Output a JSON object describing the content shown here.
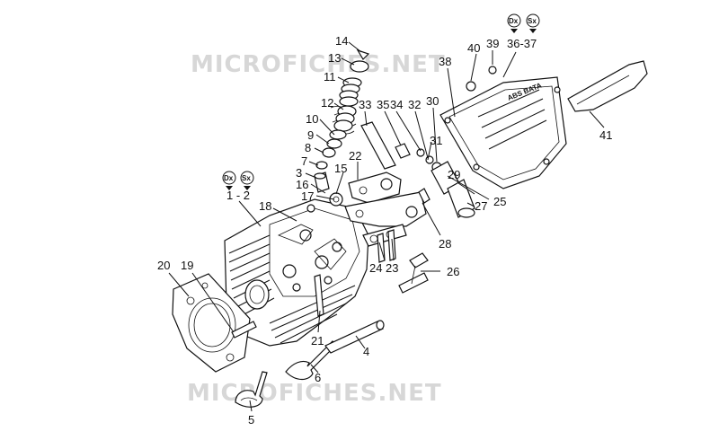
{
  "watermark": {
    "top": "MICROFICHES.NET",
    "bottom": "MICROFICHES.NET"
  },
  "badges": {
    "dx": "Dx",
    "sx": "Sx"
  },
  "cover_text": "ABS BATA",
  "labels": {
    "l14": "14",
    "l13": "13",
    "l11": "11",
    "l12": "12",
    "l10": "10",
    "l9": "9",
    "l8": "8",
    "l7": "7",
    "l3": "3",
    "l16": "16",
    "l17": "17",
    "l15": "15",
    "l22": "22",
    "l33": "33",
    "l35": "35",
    "l34": "34",
    "l32": "32",
    "l30": "30",
    "l31": "31",
    "l29": "29",
    "l25": "25",
    "l27": "27",
    "l28": "28",
    "l24": "24",
    "l23": "23",
    "l26": "26",
    "l18": "18",
    "l1_2": "1 - 2",
    "l20": "20",
    "l19": "19",
    "l21": "21",
    "l4": "4",
    "l6": "6",
    "l5": "5",
    "l40": "40",
    "l39": "39",
    "l36_37": "36-37",
    "l38": "38",
    "l41": "41"
  }
}
